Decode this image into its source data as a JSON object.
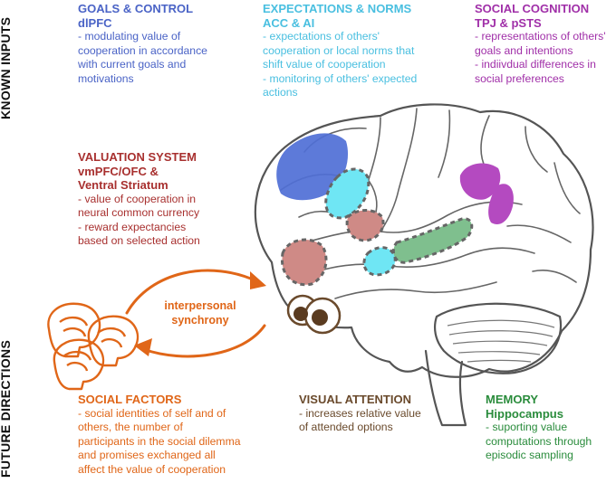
{
  "side_labels": {
    "known_inputs": "KNOWN INPUTS",
    "future_directions": "FUTURE DIRECTIONS"
  },
  "blocks": {
    "goals": {
      "title": "GOALS & CONTROL",
      "region": "dlPFC",
      "lines": [
        "- modulating value of",
        "cooperation in accordance",
        "with current goals and",
        "motivations"
      ]
    },
    "expectations": {
      "title": "EXPECTATIONS & NORMS",
      "region": "ACC & AI",
      "lines": [
        "- expectations of others'",
        "cooperation or local norms that",
        "shift value of cooperation",
        "- monitoring of others' expected",
        "actions"
      ]
    },
    "social_cognition": {
      "title": "SOCIAL COGNITION",
      "region": "TPJ & pSTS",
      "lines": [
        "- representations of others'",
        "goals and intentions",
        "- indiivdual differences in",
        "social preferences"
      ]
    },
    "valuation": {
      "title": "VALUATION SYSTEM",
      "region1": "vmPFC/OFC &",
      "region2": "Ventral Striatum",
      "lines": [
        "- value of cooperation in",
        "neural common currency",
        "- reward expectancies",
        "based on selected action"
      ]
    },
    "social_factors": {
      "title": "SOCIAL FACTORS",
      "lines": [
        "- social identities of self and of",
        "others, the number of",
        "participants in the social dilemma",
        "and promises exchanged all",
        "affect the value of cooperation"
      ]
    },
    "visual_attention": {
      "title": "VISUAL ATTENTION",
      "lines": [
        "- increases relative value",
        "of attended options"
      ]
    },
    "memory": {
      "title": "MEMORY",
      "region": "Hippocampus",
      "lines": [
        "- suporting value",
        "computations through",
        "episodic sampling"
      ]
    }
  },
  "synchrony": {
    "line1": "interpersonal",
    "line2": "synchrony"
  },
  "colors": {
    "blue": "#4a63c6",
    "cyan": "#49bfe0",
    "purple": "#a02fa8",
    "red": "#a8302f",
    "orange": "#e06618",
    "brown": "#6a4a2c",
    "green": "#2a8c3c",
    "region_blue": "#4f6fd6",
    "region_cyan": "#6fe6f4",
    "region_purple": "#b44ac0",
    "region_rose": "#cf8a86",
    "region_green": "#7fbf8e",
    "brain_outline": "#555555"
  },
  "icons": [
    "brain-illustration",
    "eyes-icon",
    "heads-icon",
    "cycle-arrows-icon"
  ]
}
